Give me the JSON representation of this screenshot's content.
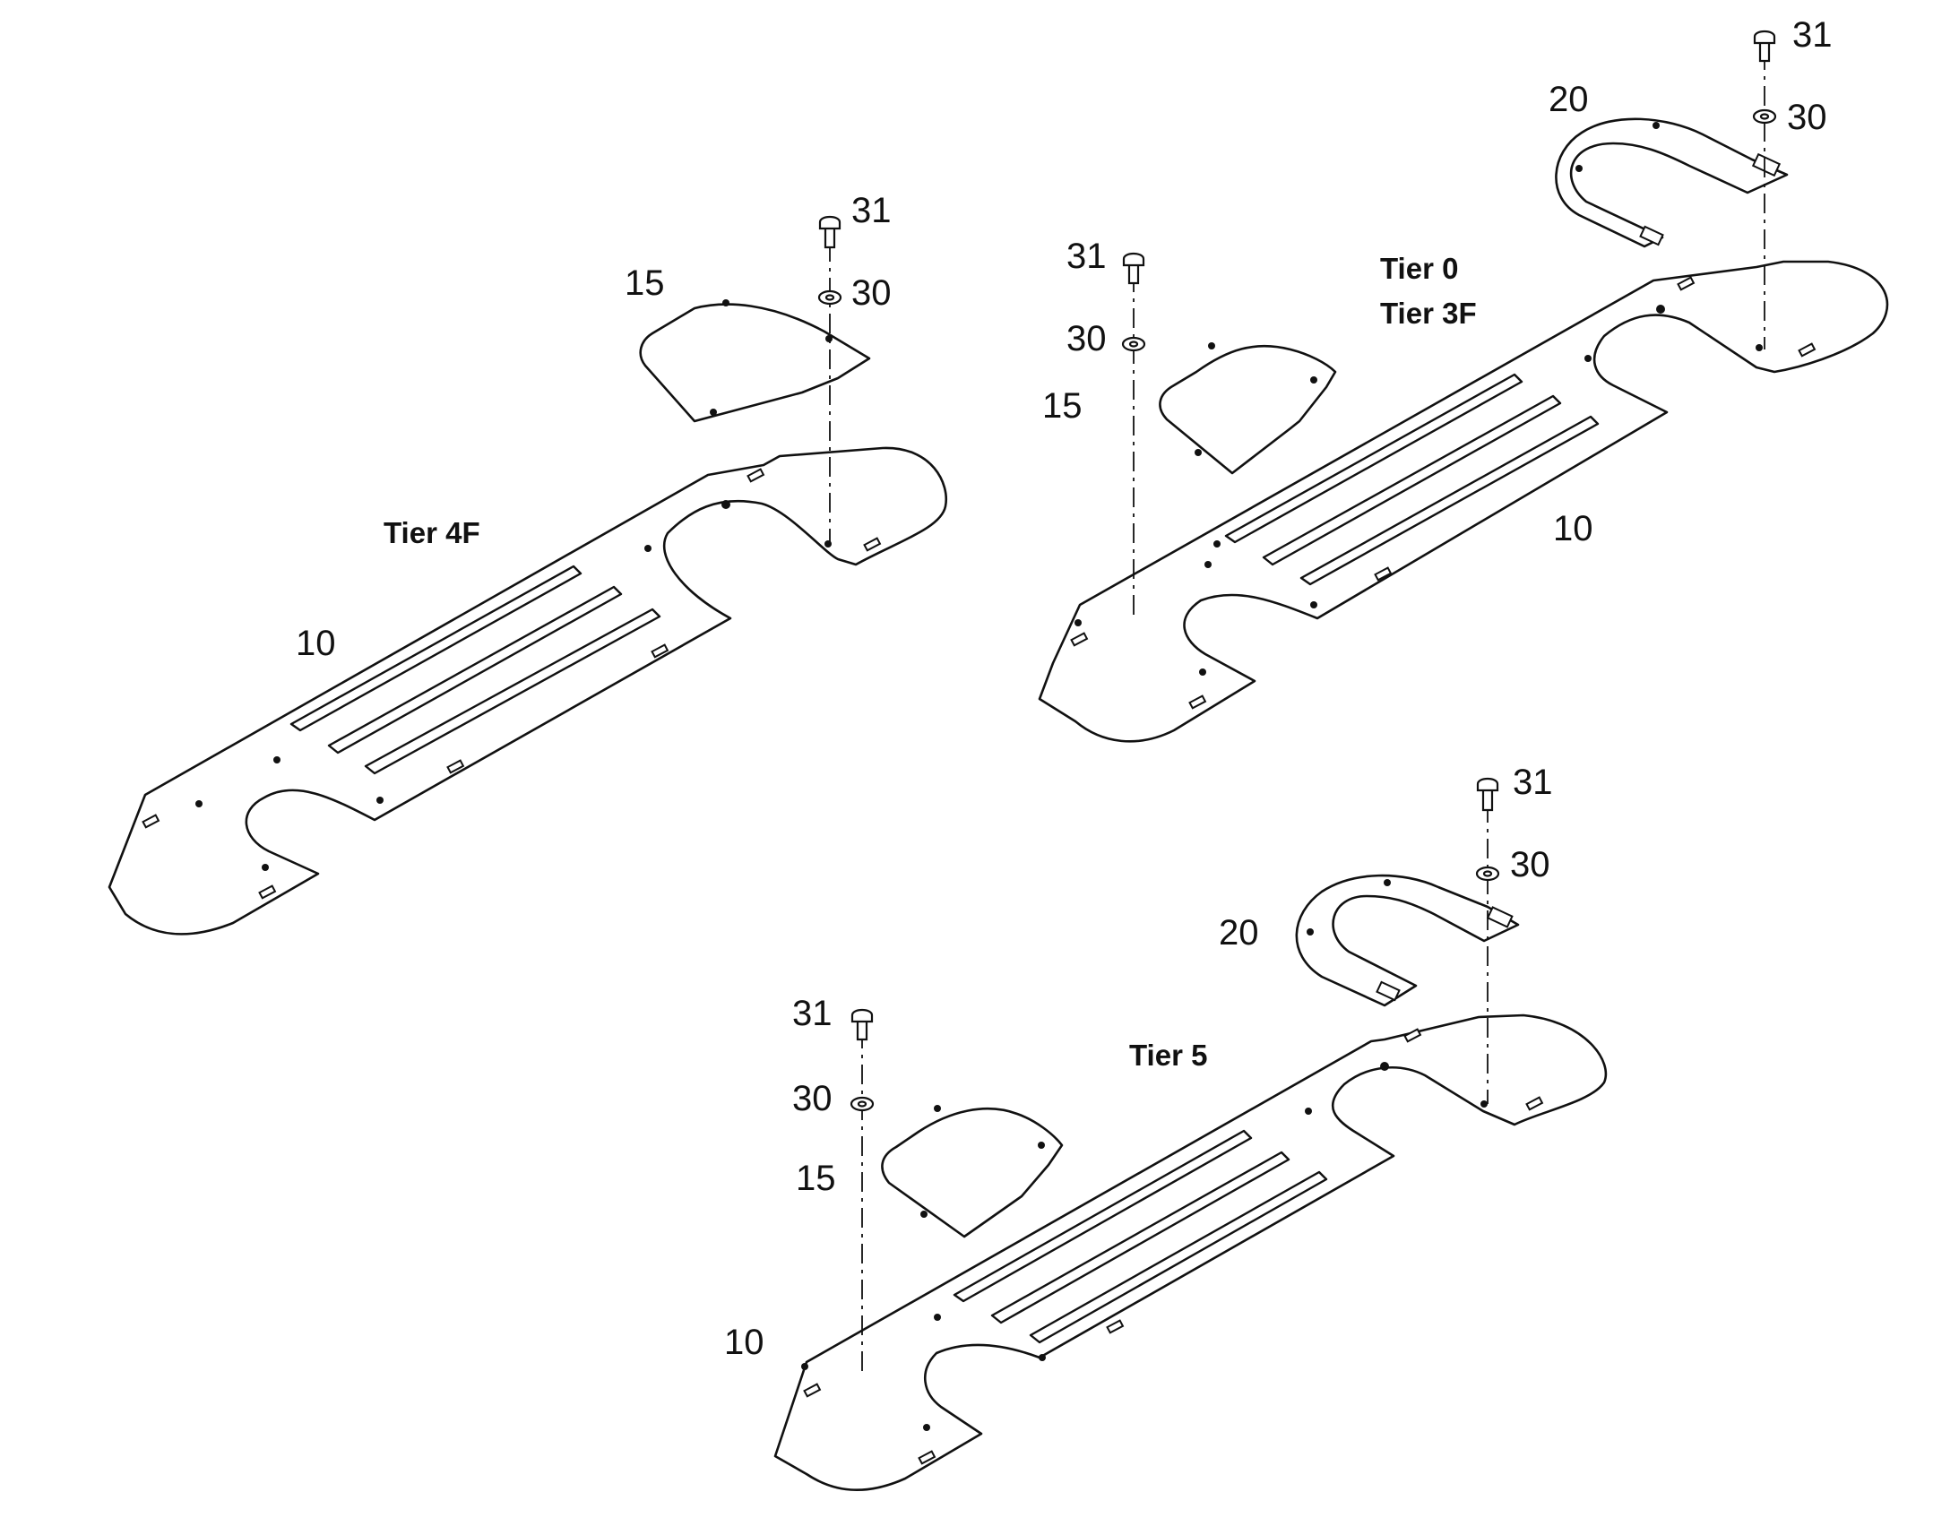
{
  "tier_labels": {
    "assembly_a": "Tier 4F",
    "assembly_b_line1": "Tier 0",
    "assembly_b_line2": "Tier 3F",
    "assembly_c": "Tier 5"
  },
  "callouts": {
    "plate": "10",
    "cover": "15",
    "u_bracket": "20",
    "washer": "30",
    "bolt": "31"
  },
  "colors": {
    "line": "#111111",
    "background": "#ffffff"
  }
}
